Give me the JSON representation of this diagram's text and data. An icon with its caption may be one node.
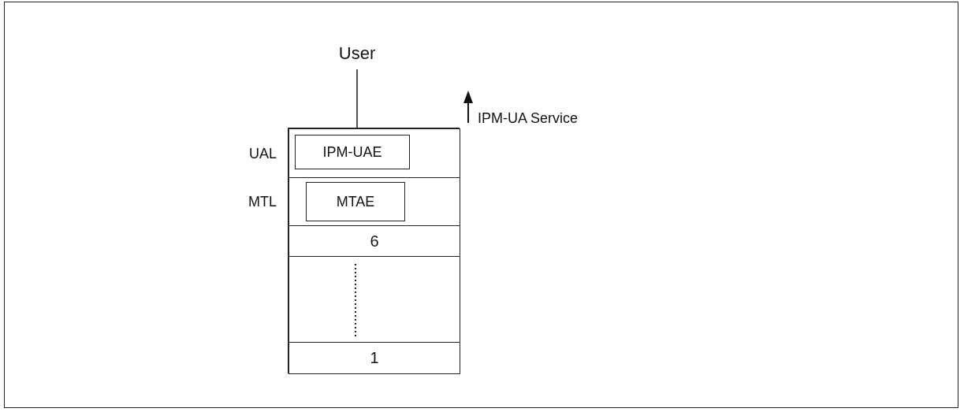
{
  "diagram": {
    "nodes": [
      {
        "text": [
          "User"
        ]
      },
      {
        "text": [],
        "shape": "box"
      },
      {
        "text": [],
        "shape": "box",
        "in": 1,
        "beside": [
          "UAL"
        ]
      },
      {
        "text": [
          "IPM-UAE"
        ],
        "in": 2
      },
      {
        "text": [],
        "shape": "box",
        "in": 1,
        "beside": [
          "MTL"
        ]
      },
      {
        "text": [
          "MTAE"
        ],
        "in": 4
      },
      {
        "text": [
          "6"
        ],
        "in": 1
      },
      {
        "text": [],
        "shape": "box",
        "in": 1
      },
      {
        "text": [
          "1"
        ],
        "in": 1
      }
    ],
    "edges": [
      {
        "from": 0,
        "to": 1,
        "arrow": "none"
      }
    ],
    "labels": [
      "IPM-UA Service"
    ]
  }
}
